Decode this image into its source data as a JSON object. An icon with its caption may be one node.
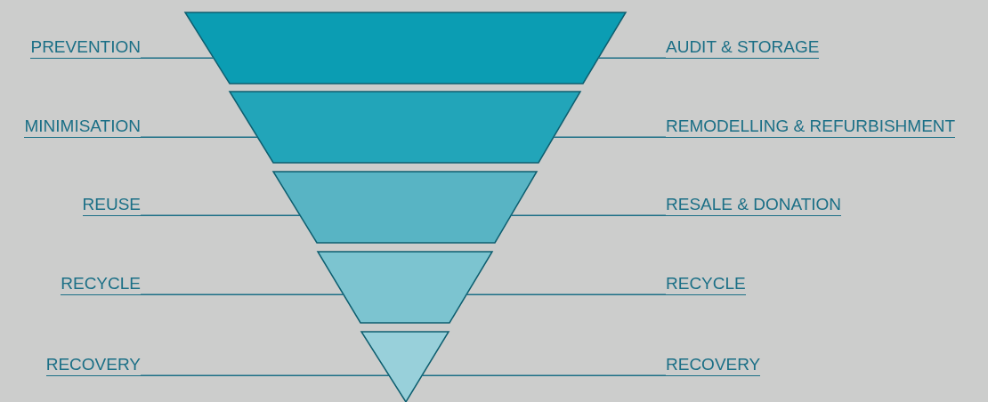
{
  "diagram": {
    "nodes": [
      {
        "text": [],
        "shape": "trapezoid"
      },
      {
        "text": [],
        "shape": "trapezoid"
      },
      {
        "text": [],
        "shape": "trapezoid"
      },
      {
        "text": [],
        "shape": "trapezoid"
      },
      {
        "text": [],
        "shape": "triangle"
      },
      {
        "text": [
          "PREVENTION"
        ]
      },
      {
        "text": [
          "AUDIT & STORAGE"
        ]
      },
      {
        "text": [
          "MINIMISATION"
        ]
      },
      {
        "text": [
          "REMODELLING & REFURBISHMENT"
        ]
      },
      {
        "text": [
          "REUSE"
        ]
      },
      {
        "text": [
          "RESALE & DONATION"
        ]
      },
      {
        "text": [
          "RECYCLE"
        ]
      },
      {
        "text": [
          "RECYCLE"
        ]
      },
      {
        "text": [
          "RECOVERY"
        ]
      },
      {
        "text": [
          "RECOVERY"
        ]
      }
    ],
    "edges": [
      {
        "from": 5,
        "to": 0,
        "arrow": "none"
      },
      {
        "from": 6,
        "to": 0,
        "arrow": "none"
      },
      {
        "from": 7,
        "to": 1,
        "arrow": "none"
      },
      {
        "from": 8,
        "to": 1,
        "arrow": "none"
      },
      {
        "from": 9,
        "to": 2,
        "arrow": "none"
      },
      {
        "from": 10,
        "to": 2,
        "arrow": "none"
      },
      {
        "from": 11,
        "to": 3,
        "arrow": "none"
      },
      {
        "from": 12,
        "to": 3,
        "arrow": "none"
      },
      {
        "from": 13,
        "to": 4,
        "arrow": "none"
      },
      {
        "from": 14,
        "to": 4,
        "arrow": "none"
      }
    ]
  }
}
